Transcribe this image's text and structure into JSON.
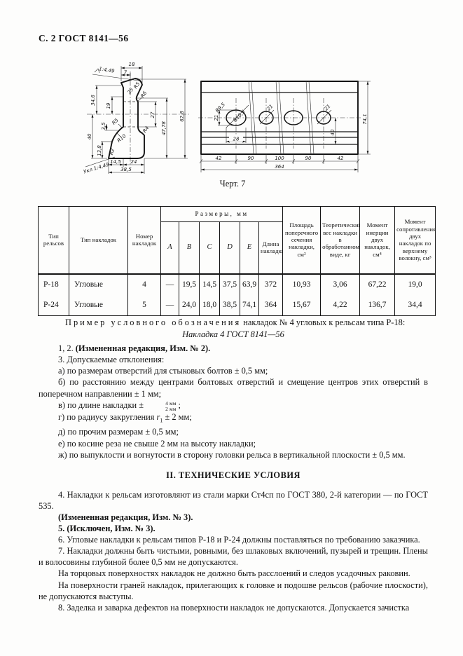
{
  "page": {
    "title": "С. 2 ГОСТ 8141—56"
  },
  "figure": {
    "caption": "Черт. 7",
    "section_view": {
      "dims": [
        "18",
        "7",
        "1:4,49",
        "34,6",
        "19",
        "25",
        "R5",
        "R6",
        "27",
        "47,78",
        "62,8",
        "40",
        "3,5",
        "R5",
        "13,8",
        "R10",
        "R4",
        "R2",
        "Укл 1:4,49",
        "14,5",
        "24",
        "38,5"
      ]
    },
    "plan_view": {
      "dims": [
        "R9,5",
        "R10,5",
        "21",
        "28",
        "21",
        "21",
        "40",
        "74,1",
        "42",
        "90",
        "100",
        "90",
        "42",
        "364"
      ]
    }
  },
  "table": {
    "headers": {
      "rail_type": "Тип рельсов",
      "pad_type": "Тип накладок",
      "pad_number": "Номер накладок",
      "dims_group": "Размеры, мм",
      "dim_cols": [
        "A",
        "B",
        "C",
        "D",
        "E"
      ],
      "length": "Длина накладки",
      "area": "Площадь поперечного сечения накладки, см²",
      "weight": "Теоретический вес накладки в обработанном виде, кг",
      "inertia": "Момент инерции двух накладок, см⁴",
      "resistance": "Момент сопротивления двух накладок по верхнему волокну, см³"
    },
    "rows": [
      {
        "rail": "Р-18",
        "type": "Угловые",
        "num": "4",
        "a": "—",
        "b": "19,5",
        "c": "14,5",
        "d": "37,5",
        "e": "63,9",
        "len": "372",
        "area": "10,93",
        "weight": "3,06",
        "inertia": "67,22",
        "resistance": "19,0"
      },
      {
        "rail": "Р-24",
        "type": "Угловые",
        "num": "5",
        "a": "—",
        "b": "24,0",
        "c": "18,0",
        "d": "38,5",
        "e": "74,1",
        "len": "364",
        "area": "15,67",
        "weight": "4,22",
        "inertia": "136,7",
        "resistance": "34,4"
      }
    ]
  },
  "content": {
    "example_spaced": "Пример условного обозначения",
    "example_rest": " накладок № 4 угловых к рельсам типа Р-18:",
    "designation": "Накладка 4 ГОСТ 8141—56",
    "item12_prefix": "1, 2. ",
    "item12_bold": "(Измененная редакция, Изм. № 2).",
    "item3": "3.  Допускаемые отклонения:",
    "item3a": "а)  по размерам отверстий для стыковых болтов ± 0,5 мм;",
    "item3b": "б)  по расстоянию между центрами болтовых отверстий и смещение центров этих отверстий в поперечном направлении ± 1 мм;",
    "item3v_pre": "в)  по длине накладки ± ",
    "item3v_frac_top": "4 мм",
    "item3v_frac_bot": "2 мм",
    "item3v_tail": " ;",
    "item3g_pre": "г)  по радиусу закругления ",
    "item3g_var": "r",
    "item3g_sub": "1",
    "item3g_tail": " ± 2 мм;",
    "item3d": "д)  по прочим размерам ± 0,5 мм;",
    "item3e": "е)  по косине реза не свыше 2 мм на высоту накладки;",
    "item3zh": "ж)  по выпуклости и вогнутости в сторону головки рельса в вертикальной плоскости ± 0,5 мм.",
    "section_title": "II.  ТЕХНИЧЕСКИЕ УСЛОВИЯ",
    "item4": "4.  Накладки к рельсам изготовляют из стали марки Ст4сп по ГОСТ 380, 2-й категории — по ГОСТ 535.",
    "item4_note": "(Измененная редакция, Изм. № 3).",
    "item5": "5.  (Исключен, Изм. № 3).",
    "item6": "6.  Угловые накладки к рельсам типов Р-18 и Р-24 должны поставляться по требованию заказчика.",
    "item7": "7.  Накладки должны быть чистыми, ровными, без шлаковых включений, пузырей и трещин. Плены и волосовины глубиной более 0,5 мм не допускаются.",
    "item7_sub1": "На торцовых поверхностях накладок не должно быть расслоений и следов усадочных раковин.",
    "item7_sub2": "На поверхности граней накладок, прилегающих к головке и подошве рельсов (рабочие плоскости), не допускаются выступы.",
    "item8": "8.  Заделка и заварка дефектов на поверхности накладок не допускаются. Допускается зачистка"
  }
}
